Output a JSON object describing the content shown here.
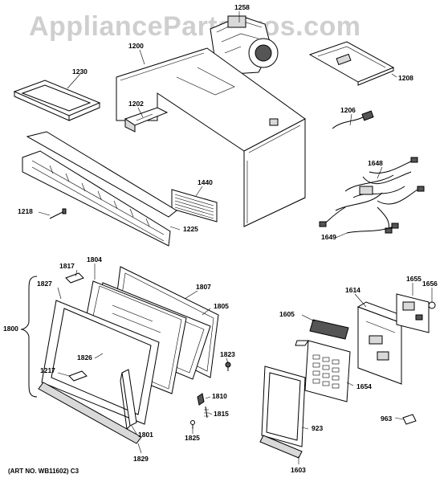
{
  "watermark": "AppliancePartsPros.com",
  "art_number": "(ART NO. WB11602) C3",
  "labels": {
    "p1258": "1258",
    "p1200": "1200",
    "p1208": "1208",
    "p1230": "1230",
    "p1202": "1202",
    "p1206": "1206",
    "p1648": "1648",
    "p1440": "1440",
    "p1218": "1218",
    "p1225": "1225",
    "p1649": "1649",
    "p1817": "1817",
    "p1804": "1804",
    "p1827": "1827",
    "p1807": "1807",
    "p1805": "1805",
    "p1800": "1800",
    "p1826": "1826",
    "p1823": "1823",
    "p1217": "1217",
    "p1810": "1810",
    "p1815": "1815",
    "p1801": "1801",
    "p1825": "1825",
    "p1829": "1829",
    "p1614": "1614",
    "p1655": "1655",
    "p1656": "1656",
    "p1605": "1605",
    "p1654": "1654",
    "p923": "923",
    "p963": "963",
    "p1603": "1603"
  }
}
